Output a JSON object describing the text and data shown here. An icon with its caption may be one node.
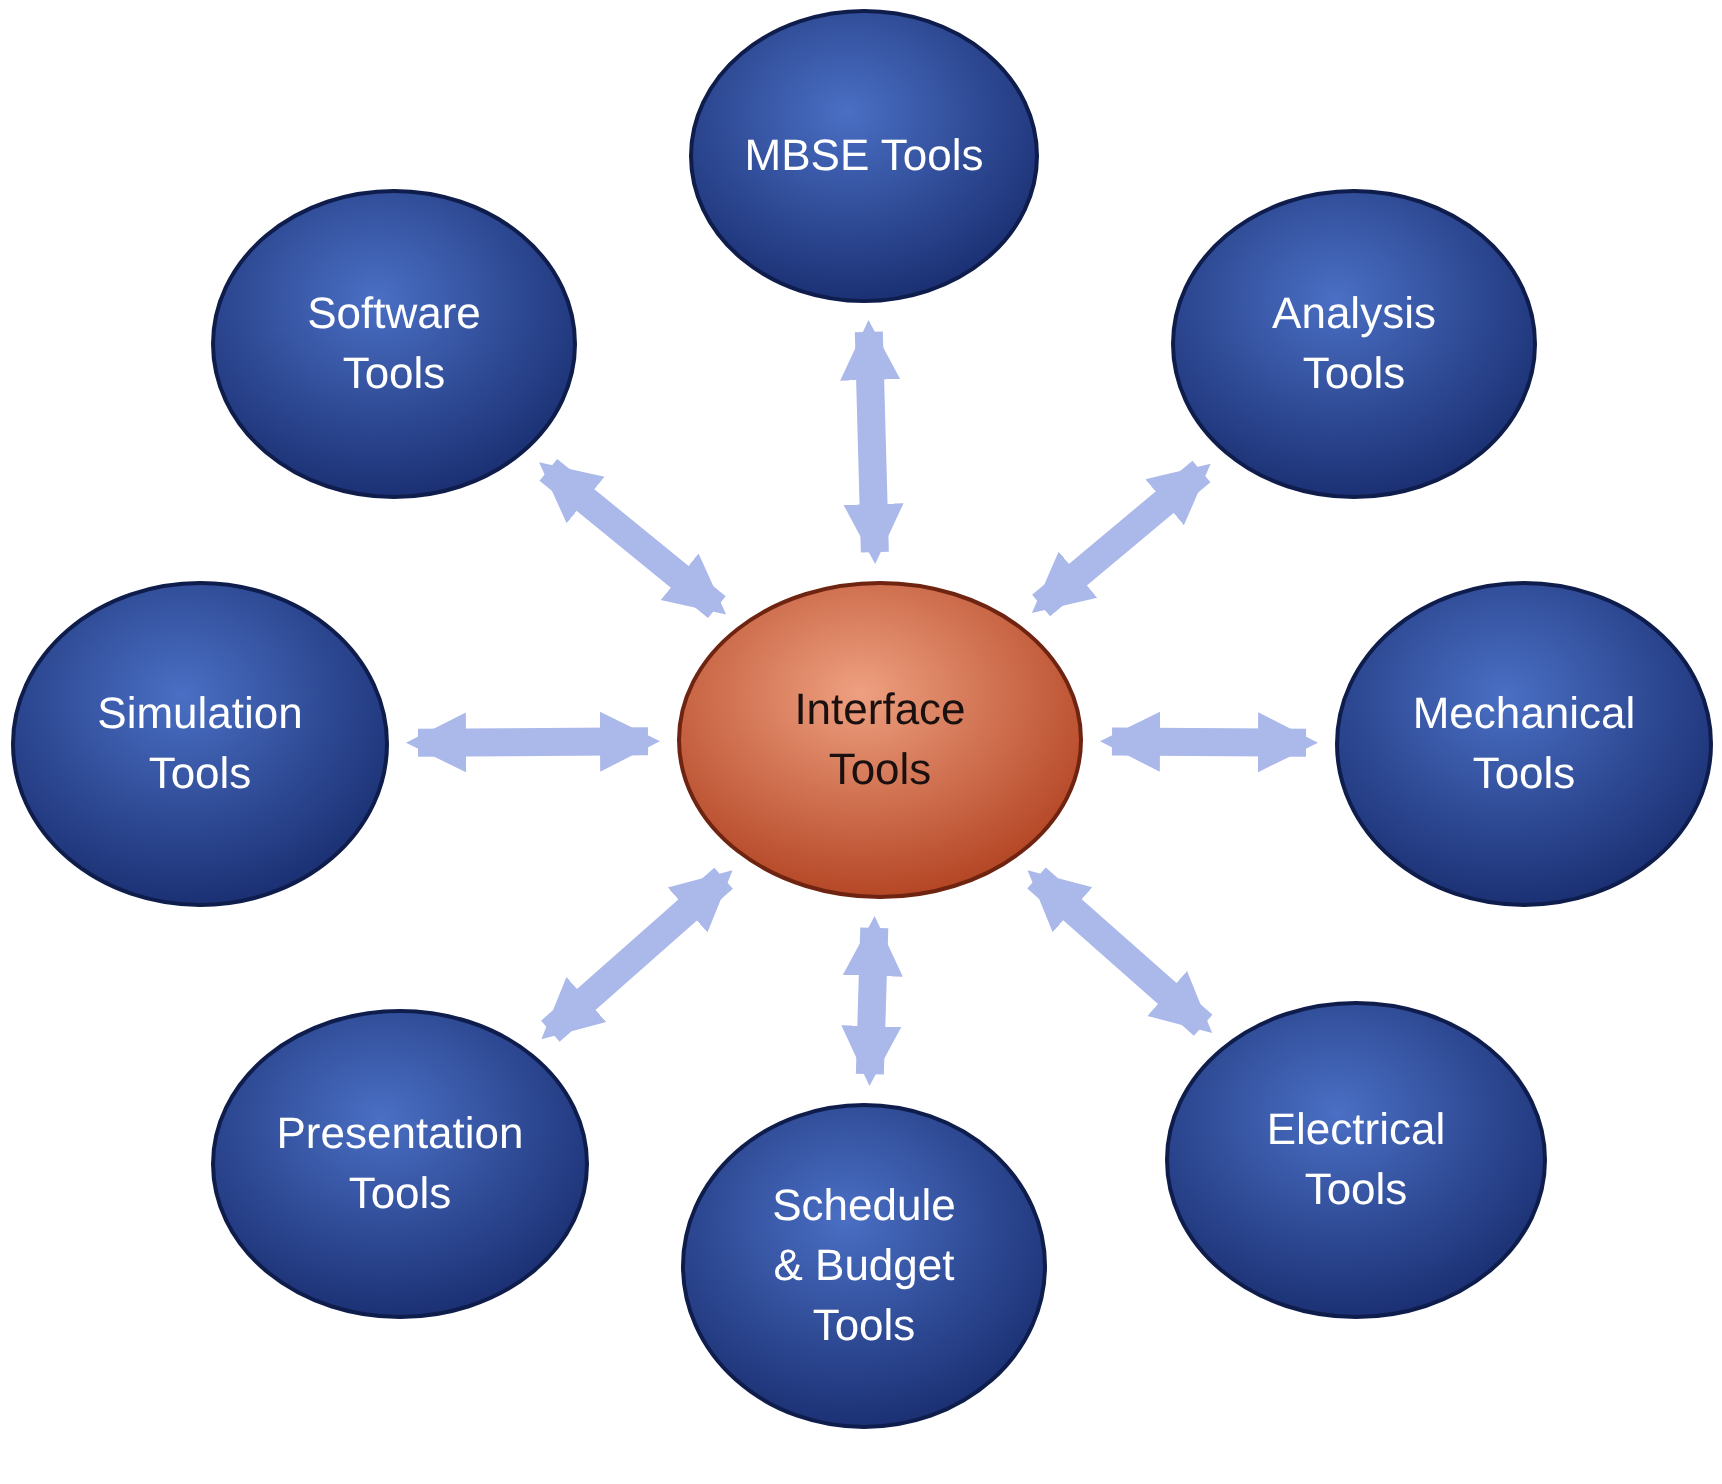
{
  "diagram": {
    "nodes": [
      {
        "text": [
          "MBSE Tools"
        ]
      },
      {
        "text": [
          "Software Tools"
        ]
      },
      {
        "text": [
          "Analysis Tools"
        ]
      },
      {
        "text": [
          "Simulation Tools"
        ]
      },
      {
        "text": [
          "Interface Tools"
        ]
      },
      {
        "text": [
          "Mechanical Tools"
        ]
      },
      {
        "text": [
          "Presentation Tools"
        ]
      },
      {
        "text": [
          "Electrical Tools"
        ]
      },
      {
        "text": [
          "Schedule & Budget Tools"
        ]
      }
    ],
    "edges": [
      {
        "from": 4,
        "to": 0,
        "arrow": "both"
      },
      {
        "from": 4,
        "to": 1,
        "arrow": "both"
      },
      {
        "from": 4,
        "to": 2,
        "arrow": "both"
      },
      {
        "from": 4,
        "to": 3,
        "arrow": "both"
      },
      {
        "from": 4,
        "to": 5,
        "arrow": "both"
      },
      {
        "from": 4,
        "to": 6,
        "arrow": "both"
      },
      {
        "from": 4,
        "to": 7,
        "arrow": "both"
      },
      {
        "from": 4,
        "to": 8,
        "arrow": "both"
      }
    ]
  }
}
